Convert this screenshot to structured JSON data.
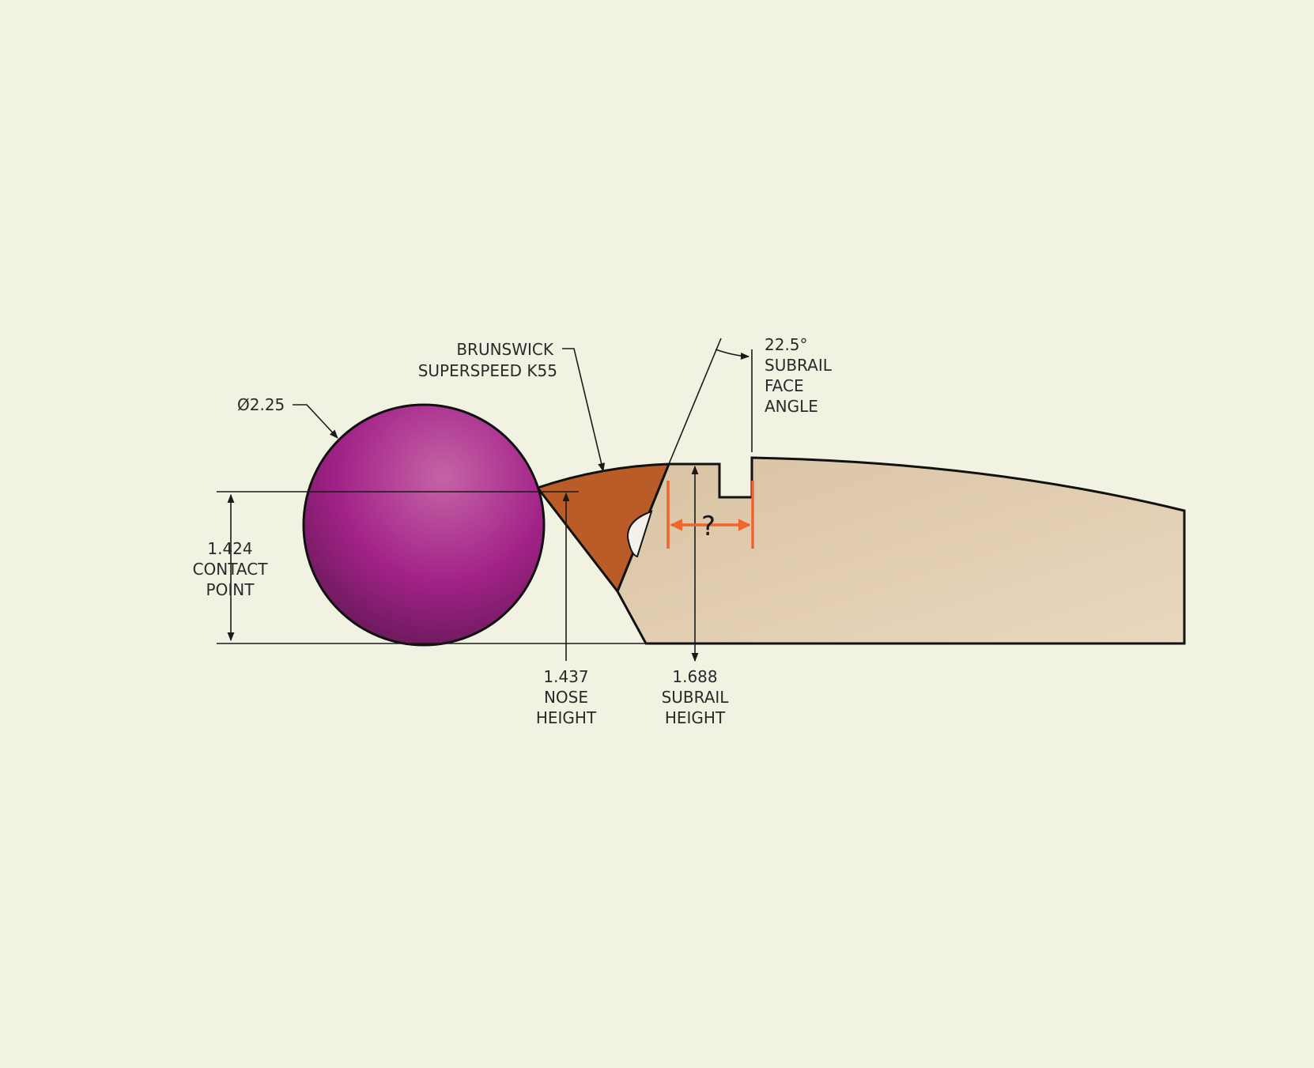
{
  "labels": {
    "ball_diameter": "Ø2.25",
    "cushion_name_line1": "BRUNSWICK",
    "cushion_name_line2": "SUPERSPEED K55",
    "face_angle_line1": "22.5°",
    "face_angle_line2": "SUBRAIL",
    "face_angle_line3": "FACE",
    "face_angle_line4": "ANGLE",
    "contact_line1": "1.424",
    "contact_line2": "CONTACT",
    "contact_line3": "POINT",
    "nose_line1": "1.437",
    "nose_line2": "NOSE",
    "nose_line3": "HEIGHT",
    "subrail_line1": "1.688",
    "subrail_line2": "SUBRAIL",
    "subrail_line3": "HEIGHT",
    "unknown_gap": "?"
  },
  "colors": {
    "background": "#f2f2e3",
    "ball": "#b0258f",
    "cushion": "#b95c27",
    "subrail": "#e0c9ab",
    "highlight_dimension": "#f0642d"
  }
}
